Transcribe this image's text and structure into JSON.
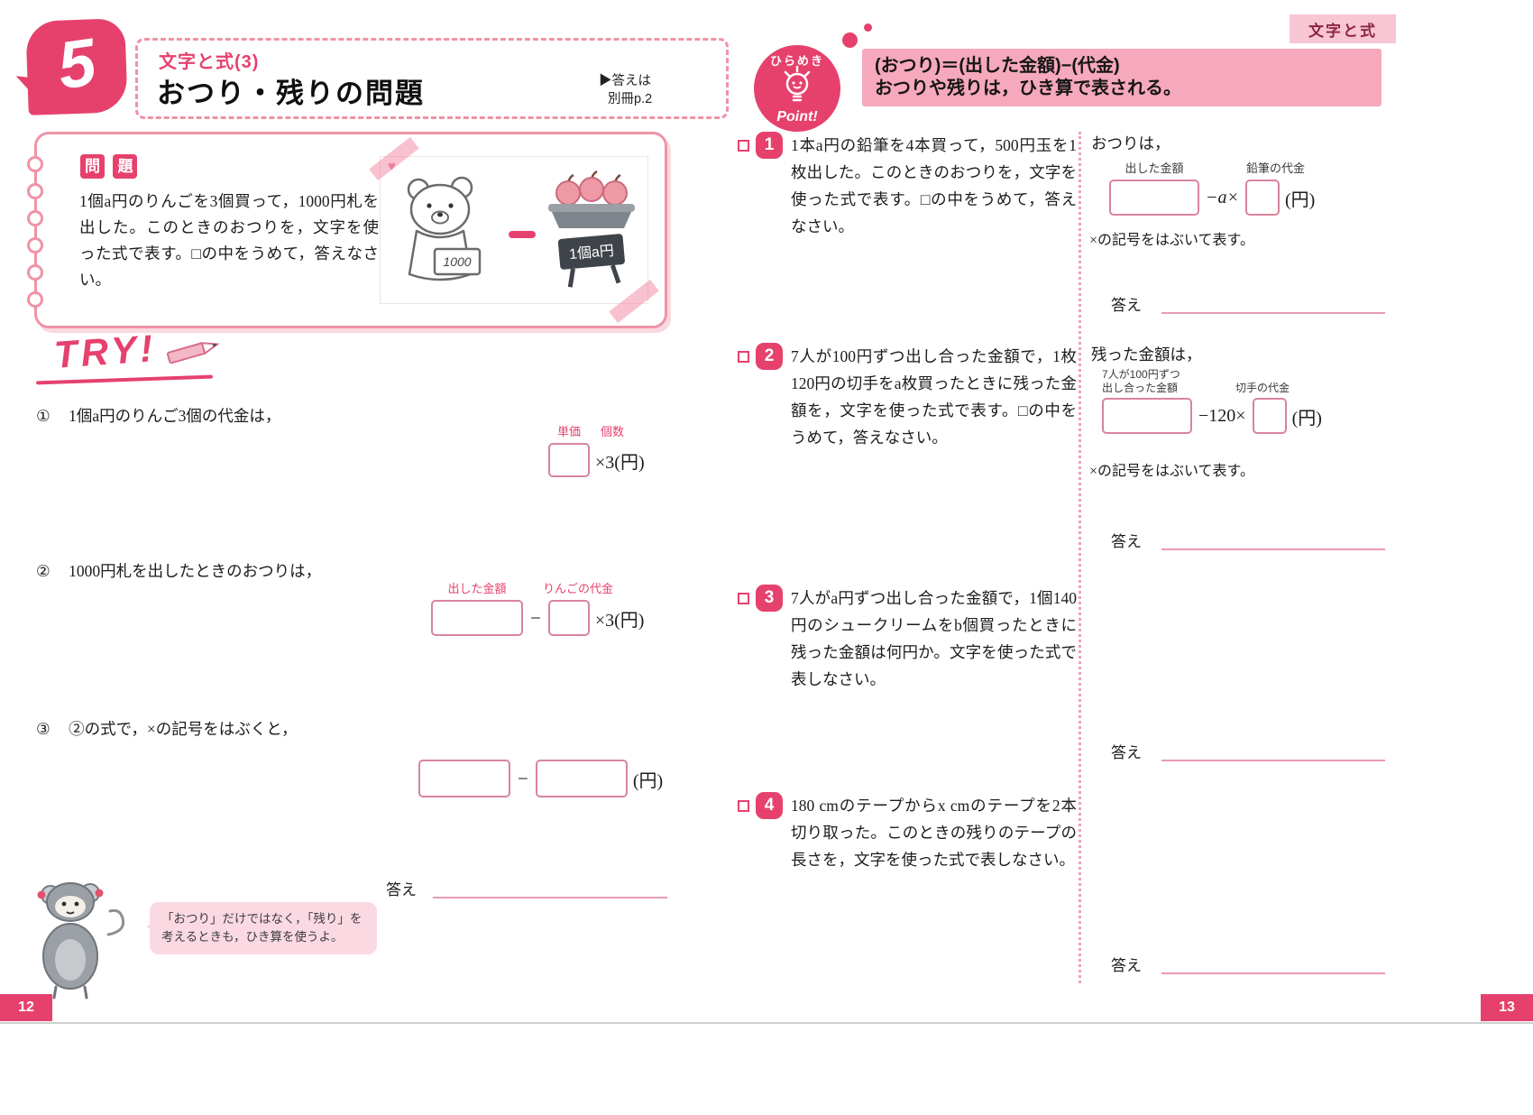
{
  "theme": {
    "accent": "#e6416d",
    "banner_pink": "#f6a8bd",
    "pale_pink": "#fbd9e3",
    "fill_box_border": "#d9849b"
  },
  "left_page": {
    "page_number": "12",
    "lesson_number": "5",
    "category": "文字と式(3)",
    "title": "おつり・残りの問題",
    "answer_ref_line1": "▶答えは",
    "answer_ref_line2": "別冊p.2",
    "problem_box": {
      "label_char1": "問",
      "label_char2": "題",
      "text": "1個a円のりんごを3個買って，1000円札を出した。このときのおつりを，文字を使った式で表す。□の中をうめて，答えなさい。",
      "bill_text": "1000",
      "price_sign": "1個a円"
    },
    "try_label": "TRY!",
    "steps": [
      {
        "num": "①",
        "text": "1個a円のりんご3個の代金は，",
        "label_a": "単価",
        "label_b": "個数",
        "suffix": "×3(円)"
      },
      {
        "num": "②",
        "text": "1000円札を出したときのおつりは，",
        "label_a": "出した金額",
        "label_b": "りんごの代金",
        "op": "−",
        "suffix": "×3(円)"
      },
      {
        "num": "③",
        "text": "②の式で，×の記号をはぶくと，",
        "op": "−",
        "suffix": "(円)"
      }
    ],
    "answer_label": "答え",
    "monkey_tip_line1": "「おつり」だけではなく，「残り」を",
    "monkey_tip_line2": "考えるときも，ひき算を使うよ。"
  },
  "right_page": {
    "page_number": "13",
    "corner_tab": "文字と式",
    "point": {
      "badge_arc": "ひらめき",
      "badge_label": "Point!",
      "formula": "(おつり)＝(出した金額)−(代金)",
      "note": "おつりや残りは，ひき算で表される。"
    },
    "problems": [
      {
        "num": "1",
        "text": "1本a円の鉛筆を4本買って，500円玉を1枚出した。このときのおつりを，文字を使った式で表す。□の中をうめて，答えなさい。",
        "answer_intro": "おつりは，",
        "label_a": "出した金額",
        "label_b": "鉛筆の代金",
        "mid": "−a×",
        "suffix": "(円)",
        "note": "×の記号をはぶいて表す。",
        "answer_label": "答え"
      },
      {
        "num": "2",
        "text": "7人が100円ずつ出し合った金額で，1枚120円の切手をa枚買ったときに残った金額を，文字を使った式で表す。□の中をうめて，答えなさい。",
        "answer_intro": "残った金額は，",
        "label_a_line1": "7人が100円ずつ",
        "label_a_line2": "出し合った金額",
        "label_b": "切手の代金",
        "mid": "−120×",
        "suffix": "(円)",
        "note": "×の記号をはぶいて表す。",
        "answer_label": "答え"
      },
      {
        "num": "3",
        "text": "7人がa円ずつ出し合った金額で，1個140円のシュークリームをb個買ったときに残った金額は何円か。文字を使った式で表しなさい。",
        "answer_label": "答え"
      },
      {
        "num": "4",
        "text": "180 cmのテープからx cmのテープを2本切り取った。このときの残りのテープの長さを，文字を使った式で表しなさい。",
        "answer_label": "答え"
      }
    ]
  }
}
